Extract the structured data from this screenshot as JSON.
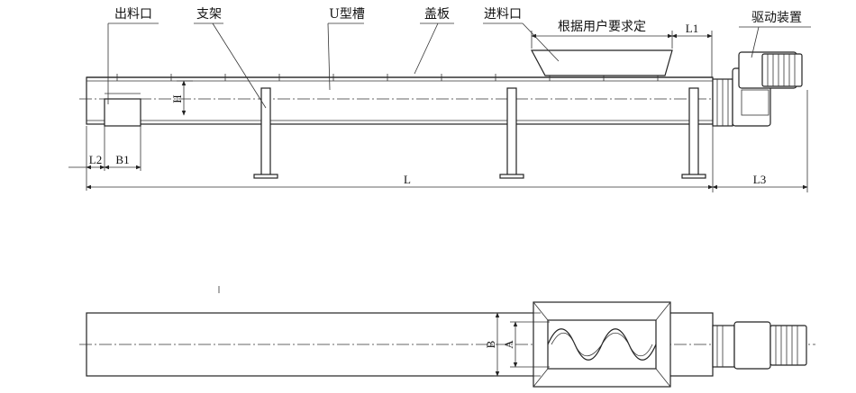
{
  "labels": {
    "outlet": "出料口",
    "support": "支架",
    "u_trough": "U型槽",
    "cover_plate": "盖板",
    "inlet": "进料口",
    "custom_length": "根据用户要求定",
    "drive": "驱动装置"
  },
  "dimensions": {
    "L": "L",
    "L1": "L1",
    "L2": "L2",
    "L3": "L3",
    "B1": "B1",
    "H": "H",
    "A": "A",
    "B": "B"
  }
}
